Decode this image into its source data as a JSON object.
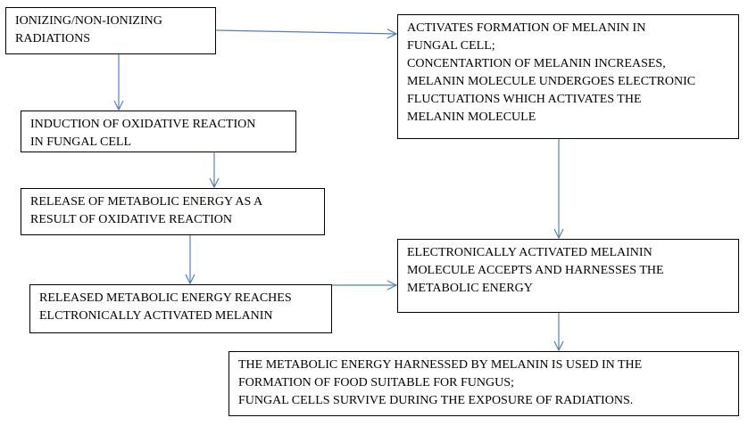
{
  "boxes": {
    "radiation": {
      "lines": [
        "IONIZING/NON-IONIZING",
        "RADIATIONS"
      ]
    },
    "oxidative": {
      "lines": [
        "INDUCTION OF OXIDATIVE REACTION",
        "IN FUNGAL CELL"
      ]
    },
    "release": {
      "lines": [
        "RELEASE OF METABOLIC ENERGY AS A",
        "RESULT OF OXIDATIVE REACTION"
      ]
    },
    "released": {
      "lines": [
        "RELEASED METABOLIC ENERGY REACHES",
        "ELCTRONICALLY  ACTIVATED  MELANIN"
      ]
    },
    "melanin": {
      "lines": [
        "ACTIVATES  FORMATION  OF MELANIN  IN",
        "FUNGAL CELL;",
        "CONCENTARTION  OF MELANIN INCREASES,",
        "MELANIN MOLECULE UNDERGOES ELECTRONIC",
        "FLUCTUATIONS  WHICH ACTIVATES  THE",
        "MELANIN MOLECULE"
      ]
    },
    "electronic": {
      "lines": [
        "ELECTRONICALLY  ACTIVATED  MELAININ",
        "MOLECULE ACCEPTS AND HARNESSES THE",
        "METABOLIC ENERGY"
      ]
    },
    "final": {
      "lines": [
        "THE METABOLIC ENERGY HARNESSED BY MELANIN IS USED IN THE",
        "FORMATION OF FOOD SUITABLE FOR FUNGUS;",
        "FUNGAL CELLS SURVIVE DURING THE EXPOSURE OF RADIATIONS."
      ]
    }
  },
  "colors": {
    "arrow": "#4f81bd",
    "border": "#000000",
    "text": "#000000",
    "background": "#ffffff"
  }
}
